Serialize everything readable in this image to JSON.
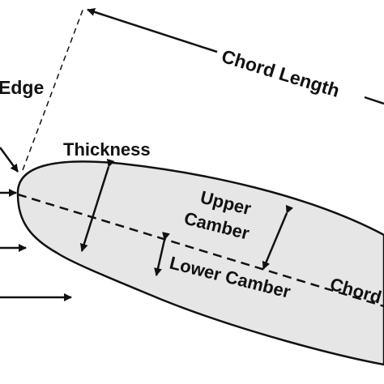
{
  "labels": {
    "leading_edge_partial": "Edge",
    "chord_length": "Chord Length",
    "thickness": "Thickness",
    "upper_camber_line1": "Upper",
    "upper_camber_line2": "Camber",
    "lower_camber": "Lower Camber",
    "chord_partial": "Chord"
  },
  "colors": {
    "airfoil_fill": "#e6e6e6",
    "stroke": "#111111",
    "background": "#ffffff"
  }
}
